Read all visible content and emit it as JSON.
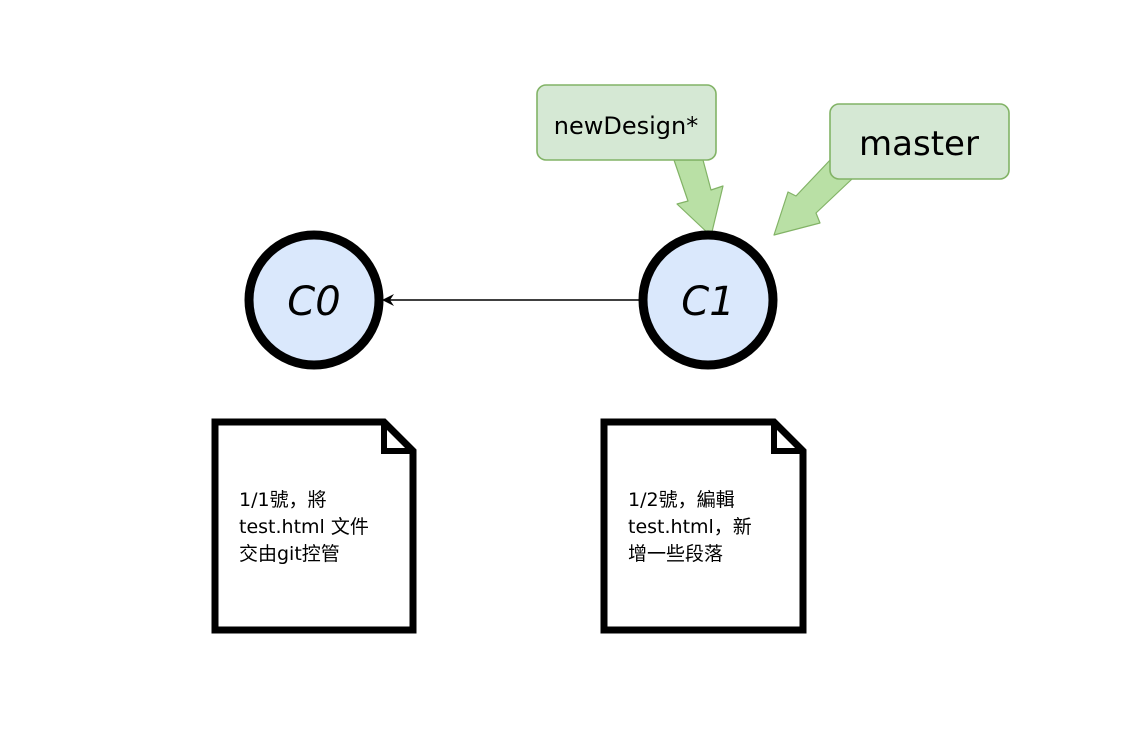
{
  "commits": [
    {
      "id": "c0",
      "label": "C0",
      "note_lines": [
        "1/1號，將",
        "test.html 文件",
        "交由git控管"
      ]
    },
    {
      "id": "c1",
      "label": "C1",
      "note_lines": [
        "1/2號，編輯",
        "test.html，新",
        "增一些段落"
      ]
    }
  ],
  "branches": [
    {
      "id": "newdesign",
      "label": "newDesign*",
      "points_to": "C1"
    },
    {
      "id": "master",
      "label": "master",
      "points_to": "C1"
    }
  ],
  "colors": {
    "commit_fill": "#dae8fc",
    "commit_stroke": "#000000",
    "branch_fill": "#d5e8d4",
    "branch_stroke": "#82b366",
    "arrow_fill": "#b9e0a5",
    "note_stroke": "#000000",
    "edge": "#000000"
  }
}
